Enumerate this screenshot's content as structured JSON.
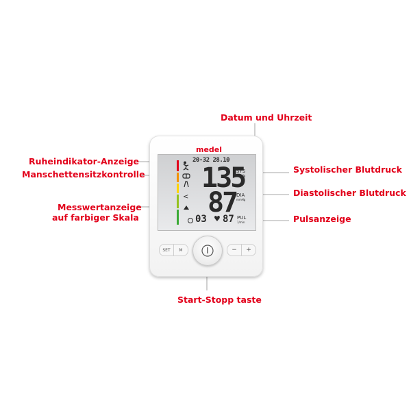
{
  "callouts": {
    "datum": "Datum und Uhrzeit",
    "ruhe": "Ruheindikator-Anzeige",
    "manschette": "Manschettensitzkontrolle",
    "messwert_line1": "Messwertanzeige",
    "messwert_line2": "auf farbiger Skala",
    "systolisch": "Systolischer Blutdruck",
    "diastolisch": "Diastolischer Blutdruck",
    "puls": "Pulsanzeige",
    "start": "Start-Stopp taste"
  },
  "device": {
    "brand": "medel",
    "datetime": "20-32 28.10",
    "systolic": "135",
    "diastolic": "87",
    "pulse": "87",
    "memory": "03",
    "sys_label": "SYS",
    "dia_label": "DIA",
    "pul_label": "PUL",
    "unit": "mmHg",
    "pul_unit": "1/min",
    "buttons": {
      "set": "SET",
      "m": "M",
      "minus": "−",
      "plus": "+"
    }
  },
  "colors": {
    "accent": "#e2001a",
    "scale": [
      "#e2001a",
      "#f39200",
      "#ffd500",
      "#95c11f",
      "#3aaa35"
    ]
  },
  "icons": {
    "power": "power-icon",
    "heart": "heart-icon",
    "resting": "resting-person-icon",
    "cuff": "cuff-check-icon"
  }
}
